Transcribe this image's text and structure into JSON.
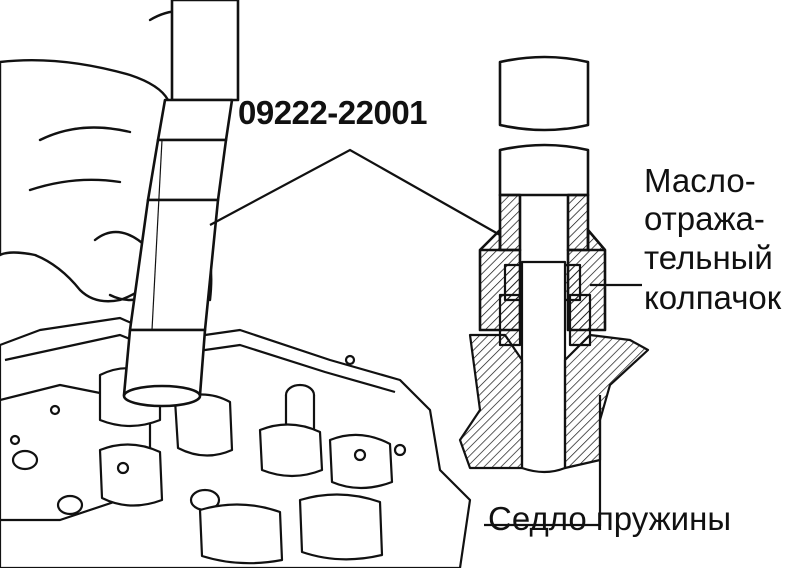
{
  "labels": {
    "part_number": "09222-22001",
    "oil_seal": [
      "Масло-",
      "отража-",
      "тельный",
      "колпачок"
    ],
    "spring_seat": "Седло пружины"
  },
  "colors": {
    "ink": "#111111",
    "background": "#ffffff"
  }
}
